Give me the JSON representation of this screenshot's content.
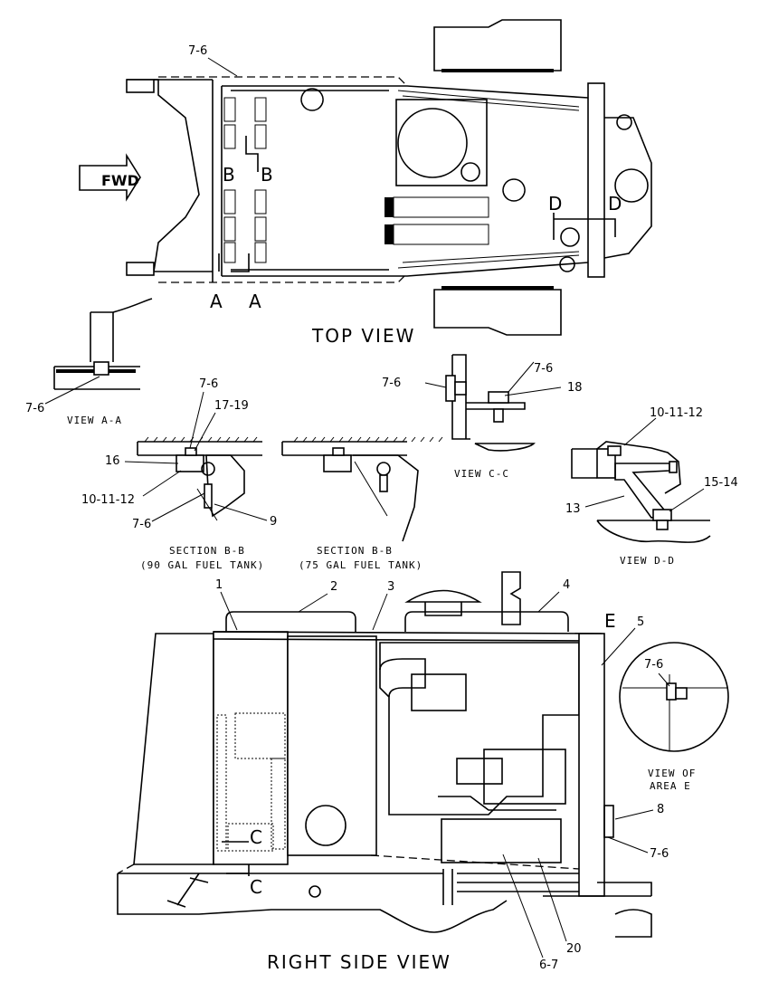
{
  "views": {
    "top_title": "TOP VIEW",
    "side_title": "RIGHT SIDE VIEW",
    "view_aa": "VIEW A-A",
    "view_cc": "VIEW C-C",
    "view_dd": "VIEW D-D",
    "view_e_1": "VIEW OF",
    "view_e_2": "AREA E",
    "section_b90_1": "SECTION B-B",
    "section_b90_2": "(90 GAL FUEL TANK)",
    "section_b75_1": "SECTION B-B",
    "section_b75_2": "(75 GAL FUEL TANK)"
  },
  "fwd_label": "FWD",
  "section_markers": {
    "a": "A",
    "b": "B",
    "c": "C",
    "d": "D",
    "e": "E"
  },
  "callouts": {
    "c_7_6": "7-6",
    "c_17_19": "17-19",
    "c_16": "16",
    "c_10_11_12": "10-11-12",
    "c_9": "9",
    "c_18": "18",
    "c_15_14": "15-14",
    "c_13": "13",
    "c_1": "1",
    "c_2": "2",
    "c_3": "3",
    "c_4": "4",
    "c_5": "5",
    "c_8": "8",
    "c_20": "20",
    "c_6_7": "6-7"
  }
}
